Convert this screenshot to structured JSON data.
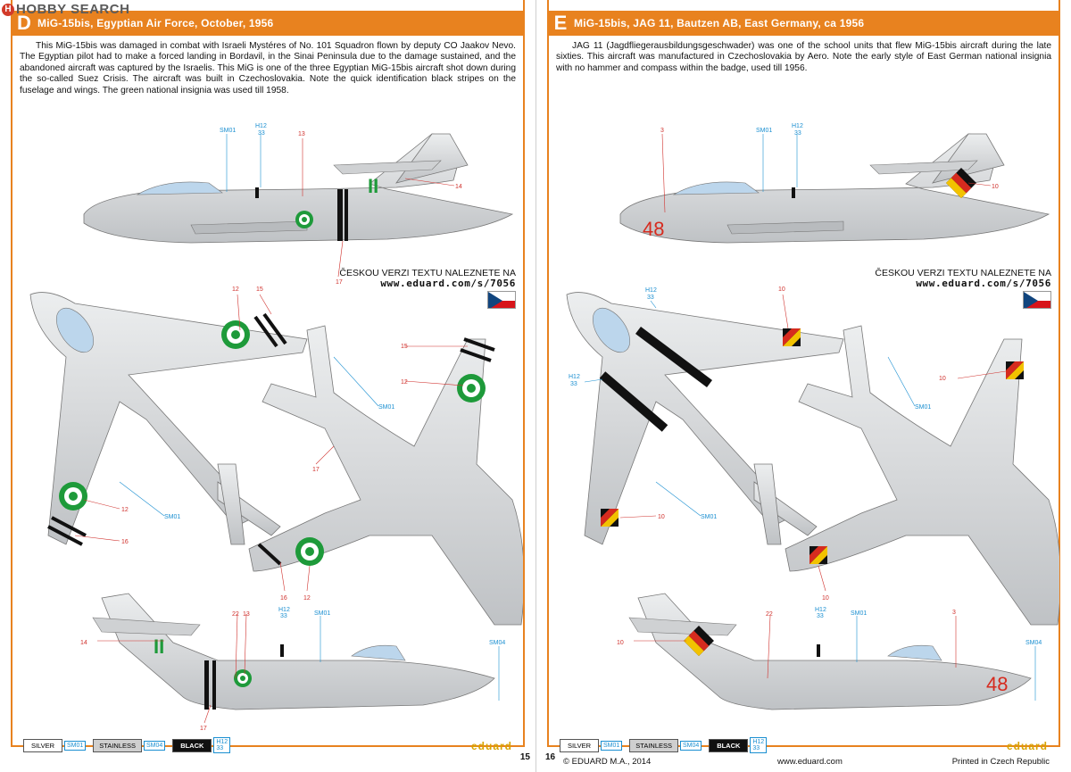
{
  "watermark": {
    "icon": "H",
    "text": "HOBBY SEARCH"
  },
  "pages": {
    "left": {
      "letter": "D",
      "title": "MiG-15bis, Egyptian Air Force, October, 1956",
      "description": "This MiG-15bis was damaged in combat with Israeli Mystéres of No. 101 Squadron flown by deputy CO Jaakov Nevo. The Egyptian pilot had to make a forced landing in Bordavil, in the Sinai Peninsula due to the damage sustained, and the abandoned aircraft was captured by the Israelis. This MiG is one of the three Egyptian MiG-15bis aircraft shot down during the so-called Suez Crisis. The aircraft was built in Czechoslovakia. Note the quick identification black stripes on the fuselage and wings. The green national insignia was used till 1958.",
      "czech_line1": "ČESKOU VERZI TEXTU NALEZNETE NA",
      "czech_url": "www.eduard.com/s/7056",
      "page_number": "15",
      "side_numbers": {
        "tail": "II"
      },
      "callouts": {
        "sm01": "SM01",
        "h12": "H12",
        "h12_sub": "33",
        "sm04": "SM04",
        "n12": "12",
        "n13": "13",
        "n14": "14",
        "n15": "15",
        "n16": "16",
        "n17": "17",
        "n22": "22"
      }
    },
    "right": {
      "letter": "E",
      "title": "MiG-15bis, JAG 11, Bautzen AB, East Germany, ca 1956",
      "description": "JAG 11 (Jagdfliegerausbildungsgeschwader) was one of the school units that flew MiG-15bis aircraft during the late sixties. This aircraft was manufactured in Czechoslovakia by Aero. Note the early style of East German national insignia with no hammer and compass within the badge, used till 1956.",
      "czech_line1": "ČESKOU VERZI TEXTU NALEZNETE NA",
      "czech_url": "www.eduard.com/s/7056",
      "page_number": "16",
      "side_numbers": {
        "nose": "48"
      },
      "callouts": {
        "sm01": "SM01",
        "h12": "H12",
        "h12_sub": "33",
        "sm04": "SM04",
        "n3": "3",
        "n10": "10",
        "n22": "22"
      }
    }
  },
  "legend": {
    "silver": "SILVER",
    "silver_code": "SM01",
    "stainless": "STAINLESS",
    "stainless_code": "SM04",
    "black": "BLACK",
    "black_code": "H12",
    "black_code_sub": "33"
  },
  "brand": "eduard",
  "footer": {
    "copyright": "© EDUARD M.A., 2014",
    "url": "www.eduard.com",
    "printed": "Printed in Czech Republic"
  },
  "colors": {
    "accent": "#e8821f",
    "aircraft_silver": "#d9dbdd",
    "egypt_green": "#1e9a3a",
    "callout_red": "#d0312d",
    "callout_blue": "#1a8fd1",
    "gdr_black": "#111111",
    "gdr_red": "#d62b1f",
    "gdr_gold": "#f2c200"
  }
}
